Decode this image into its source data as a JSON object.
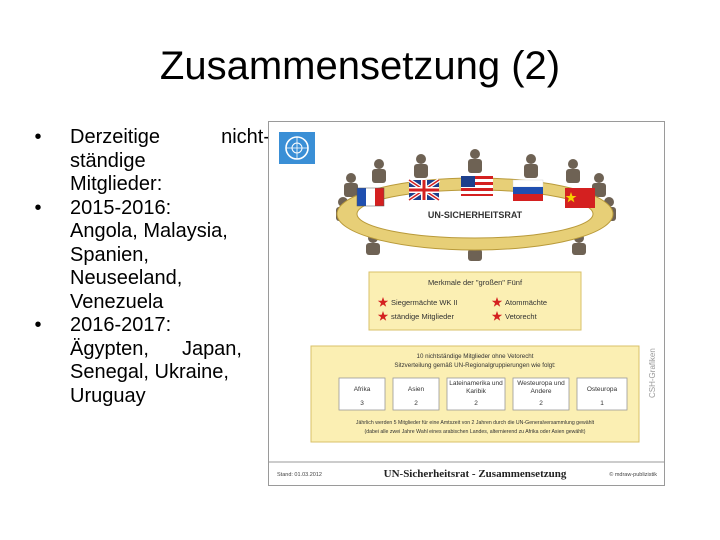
{
  "slide": {
    "title": "Zusammensetzung (2)"
  },
  "bullets": [
    {
      "lines": [
        "Derzeitige nicht-",
        "ständige",
        "Mitglieder:"
      ]
    },
    {
      "lines": [
        "2015-2016:",
        "Angola, Malaysia,",
        "Spanien,",
        "Neuseeland,",
        "Venezuela"
      ]
    },
    {
      "lines": [
        "2016-2017:",
        "Ägypten, Japan,",
        "Senegal, Ukraine,",
        "Uruguay"
      ]
    }
  ],
  "figure": {
    "table_label": "UN-SICHERHEITSRAT",
    "big5": {
      "title": "Merkmale der \"großen\" Fünf",
      "items": [
        "Siegermächte WK II",
        "Atommächte",
        "ständige Mitglieder",
        "Vetorecht"
      ]
    },
    "nonperm": {
      "heading1": "10 nichtständige Mitglieder ohne Vetorecht",
      "heading2": "Sitzverteilung gemäß UN-Regionalgruppierungen wie folgt:",
      "regions": [
        {
          "name": "Afrika",
          "count": "3"
        },
        {
          "name": "Asien",
          "count": "2"
        },
        {
          "name": "Lateinamerika und Karibik",
          "count": "2"
        },
        {
          "name": "Westeuropa und Andere",
          "count": "2"
        },
        {
          "name": "Osteuropa",
          "count": "1"
        }
      ],
      "footnote1": "Jährlich werden 5 Mitglieder für eine Amtszeit von 2 Jahren durch die UN-Generalversammlung gewählt",
      "footnote2": "(dabei alle zwei Jahre Wahl eines arabischen Landes, alternierend zu Afrika oder Asien gewählt)"
    },
    "side_credit": "CSH-Grafiken",
    "footer": {
      "date": "Stand: 01.03.2012",
      "caption": "UN-Sicherheitsrat - Zusammensetzung",
      "logo": "© mdraw-publizistik"
    },
    "colors": {
      "table_ring": "#e7cf77",
      "panel": "#fbefb3",
      "panel_border": "#d8c06a",
      "un_blue": "#3a8fd6",
      "red_star": "#d42020"
    }
  }
}
